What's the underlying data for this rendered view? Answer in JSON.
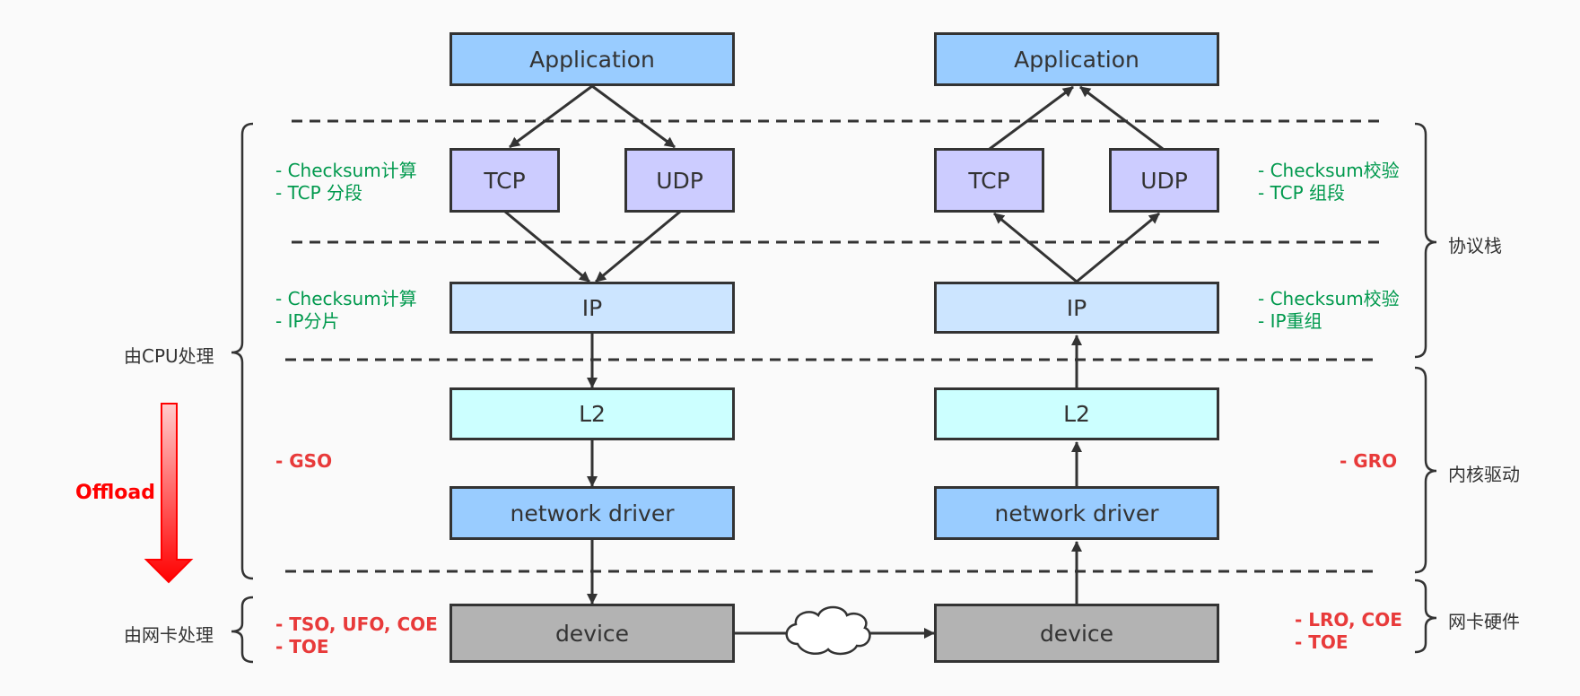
{
  "left_stack": {
    "application": "Application",
    "tcp": "TCP",
    "udp": "UDP",
    "ip": "IP",
    "l2": "L2",
    "network_driver": "network driver",
    "device": "device"
  },
  "right_stack": {
    "application": "Application",
    "tcp": "TCP",
    "udp": "UDP",
    "ip": "IP",
    "l2": "L2",
    "network_driver": "network driver",
    "device": "device"
  },
  "left_notes": {
    "transport": [
      "- Checksum计算",
      "- TCP 分段"
    ],
    "network": [
      "- Checksum计算",
      "- IP分片"
    ],
    "driver": [
      "- GSO"
    ],
    "nic": [
      "- TSO, UFO, COE",
      "- TOE"
    ]
  },
  "right_notes": {
    "transport": [
      "- Checksum校验",
      "- TCP 组段"
    ],
    "network": [
      "- Checksum校验",
      "- IP重组"
    ],
    "driver": [
      "- GRO"
    ],
    "nic": [
      "- LRO, COE",
      "- TOE"
    ]
  },
  "left_labels": {
    "cpu": "由CPU处理",
    "nic": "由网卡处理",
    "offload": "Offload"
  },
  "right_labels": {
    "protocol_stack": "协议栈",
    "kernel_driver": "内核驱动",
    "nic_hardware": "网卡硬件"
  },
  "colors": {
    "application": "#99ccff",
    "transport": "#ccccff",
    "ip": "#cce5ff",
    "l2": "#ccffff",
    "driver": "#99ccff",
    "device": "#b3b3b3",
    "green_text": "#00994d",
    "red_text": "#e83a3a",
    "offload_arrow": "#ff0000"
  }
}
